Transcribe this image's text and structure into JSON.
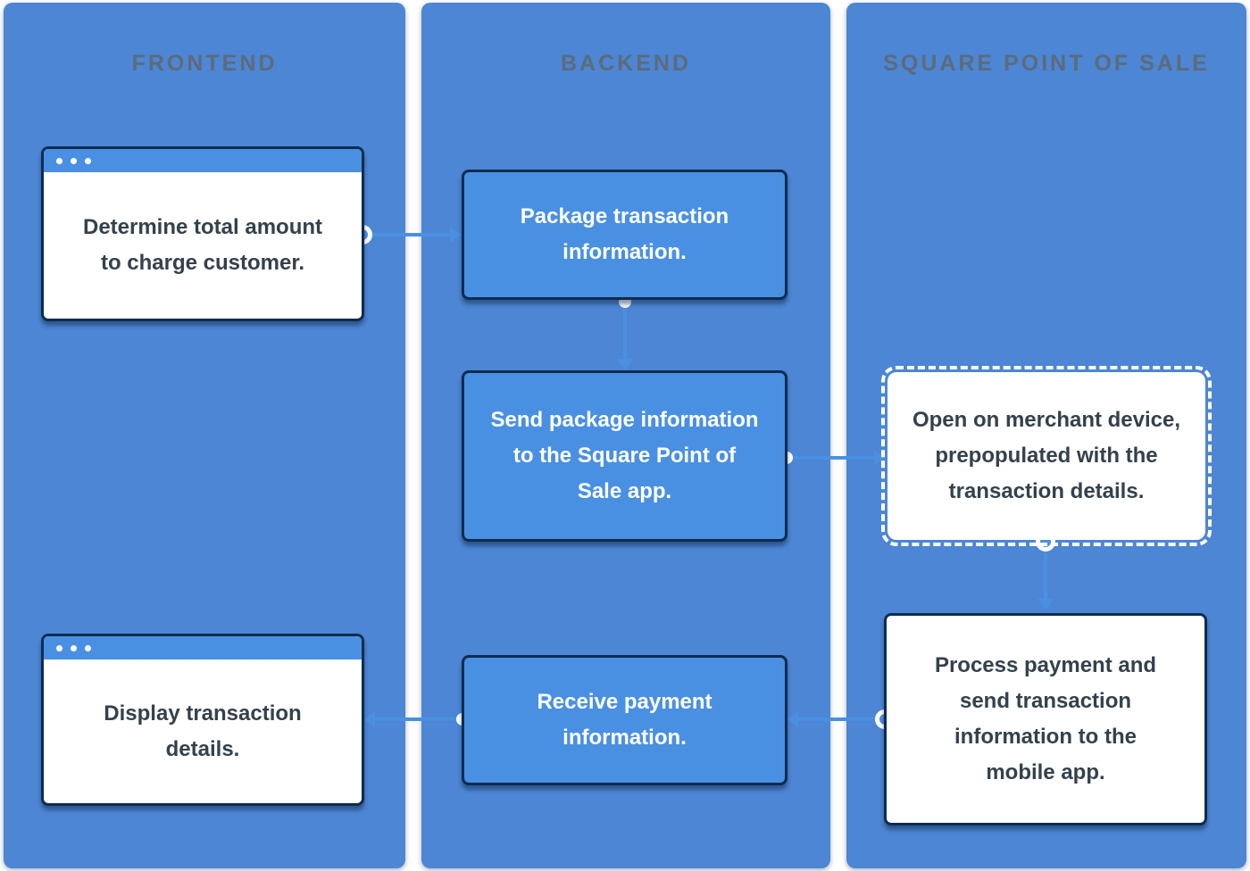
{
  "diagram": {
    "columns": [
      {
        "title": "FRONTEND"
      },
      {
        "title": "BACKEND"
      },
      {
        "title": "SQUARE POINT OF SALE"
      }
    ],
    "nodes": {
      "determine": {
        "text": "Determine total amount\nto charge customer.",
        "style": "browser-window"
      },
      "package": {
        "text": "Package transaction\ninformation.",
        "style": "blue"
      },
      "send": {
        "text": "Send package information\nto the Square Point of\nSale app.",
        "style": "blue"
      },
      "open": {
        "text": "Open on merchant device,\nprepopulated with the\ntransaction details.",
        "style": "white-dashed"
      },
      "process": {
        "text": "Process payment and\nsend transaction\ninformation to the\nmobile app.",
        "style": "white"
      },
      "receive": {
        "text": "Receive payment\ninformation.",
        "style": "blue"
      },
      "display": {
        "text": "Display transaction\ndetails.",
        "style": "browser-window"
      }
    },
    "colors": {
      "column_bg": "#4c86d4",
      "node_blue": "#4a90e2",
      "node_border": "#0d2c50",
      "text_dark": "#34414d",
      "text_light": "#ffffff",
      "header_text": "#5d6b7a",
      "connector": "#4a90e2",
      "dot": "#ffffff"
    }
  }
}
